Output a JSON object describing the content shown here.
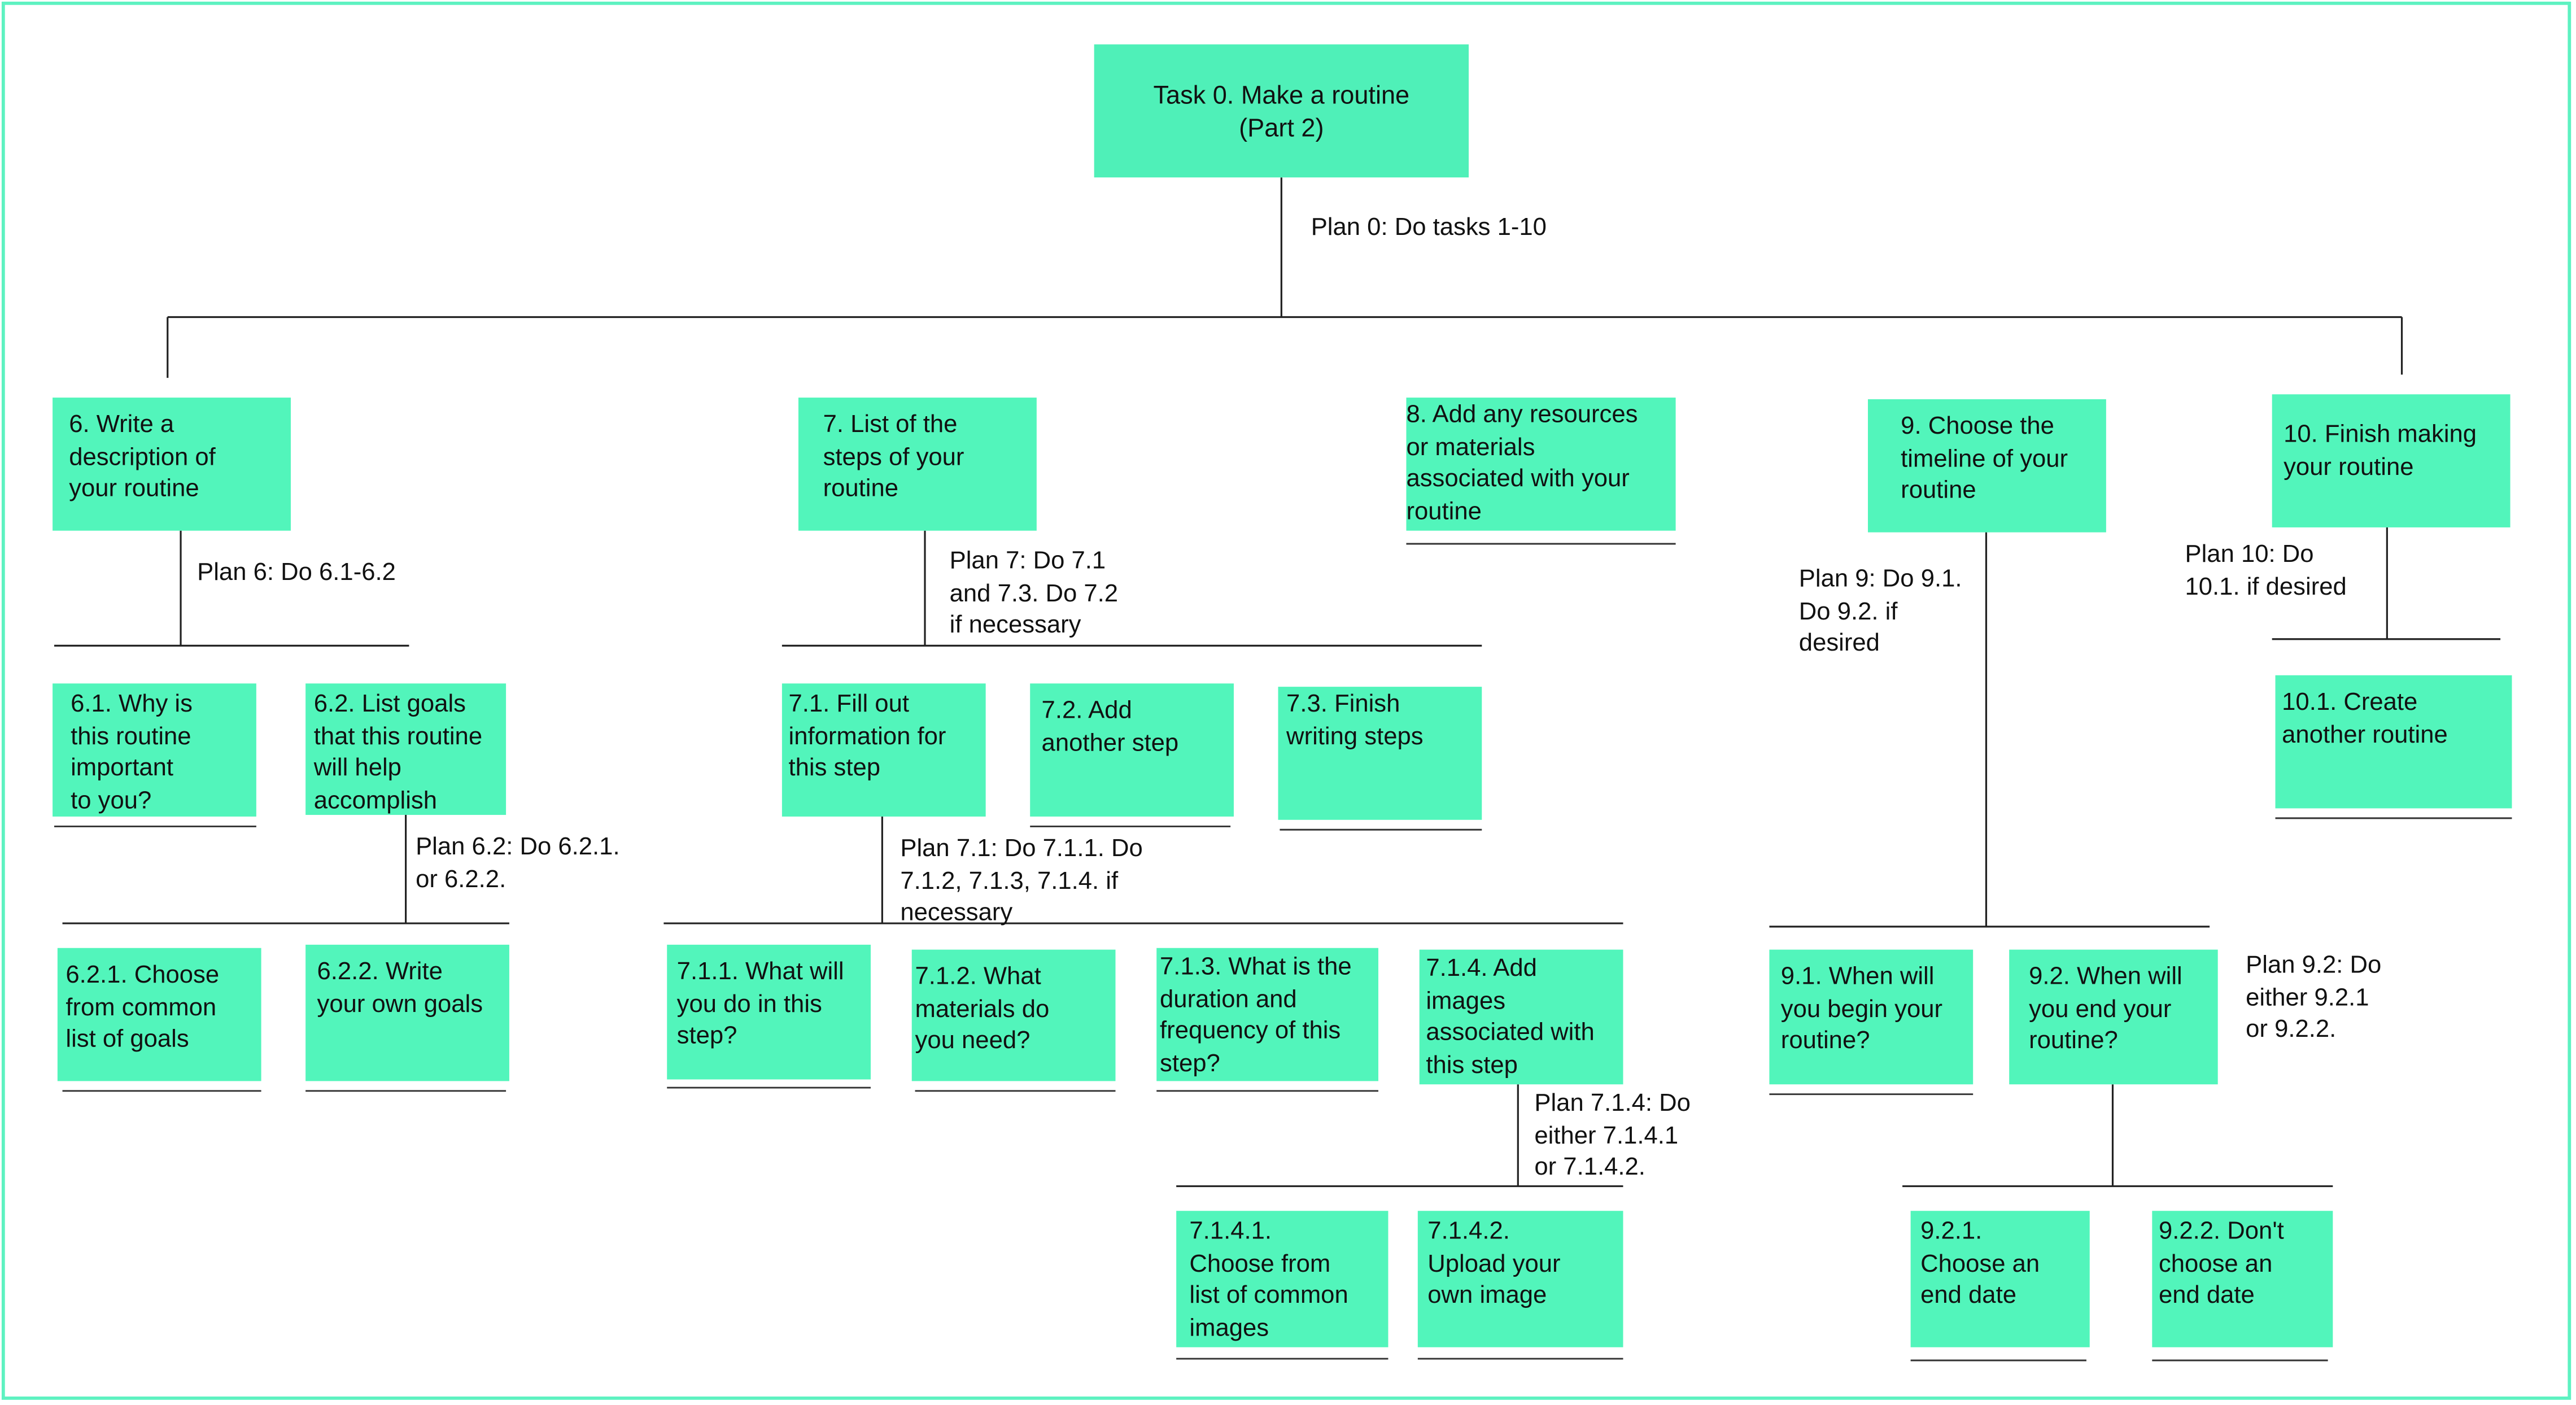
{
  "root": {
    "label": "Task 0. Make a routine\n(Part 2)"
  },
  "plans": {
    "p0": "Plan 0: Do tasks 1-10",
    "p6": "Plan 6: Do 6.1-6.2",
    "p62": "Plan 6.2: Do 6.2.1.\nor 6.2.2.",
    "p7": "Plan 7: Do 7.1\nand 7.3. Do 7.2\nif necessary",
    "p71": "Plan 7.1: Do 7.1.1. Do\n7.1.2, 7.1.3, 7.1.4. if\nnecessary",
    "p714": "Plan 7.1.4: Do\neither 7.1.4.1\nor 7.1.4.2.",
    "p9": "Plan 9: Do 9.1.\nDo 9.2. if\ndesired",
    "p92": "Plan 9.2: Do\neither 9.2.1\nor 9.2.2.",
    "p10": "Plan 10: Do\n10.1. if desired"
  },
  "tasks": {
    "t6": "6. Write a\ndescription of\nyour routine",
    "t61": "6.1. Why is\nthis routine\nimportant\nto you?",
    "t62": "6.2. List goals\nthat this routine\nwill help\naccomplish",
    "t621": "6.2.1. Choose\nfrom common\nlist of goals",
    "t622": "6.2.2. Write\nyour own goals",
    "t7": "7. List of the\nsteps of your\nroutine",
    "t71": "7.1. Fill out\ninformation for\nthis step",
    "t72": "7.2. Add\nanother step",
    "t73": "7.3. Finish\nwriting steps",
    "t711": "7.1.1. What will\nyou do in this\nstep?",
    "t712": "7.1.2. What\nmaterials do\nyou need?",
    "t713": "7.1.3. What is the\nduration and\nfrequency of this\nstep?",
    "t714": "7.1.4. Add\nimages\nassociated with\nthis step",
    "t7141": "7.1.4.1.\nChoose from\nlist of common\nimages",
    "t7142": "7.1.4.2.\nUpload your\nown image",
    "t8": "8.  Add any resources\nor materials\nassociated with your\nroutine",
    "t9": "9. Choose the\ntimeline of your\nroutine",
    "t91": "9.1. When will\nyou begin your\nroutine?",
    "t92": "9.2. When will\nyou end your\nroutine?",
    "t921": "9.2.1.\nChoose an\nend date",
    "t922": "9.2.2. Don't\nchoose an\nend date",
    "t10": "10. Finish making\nyour routine",
    "t101": "10.1. Create\nanother routine"
  }
}
